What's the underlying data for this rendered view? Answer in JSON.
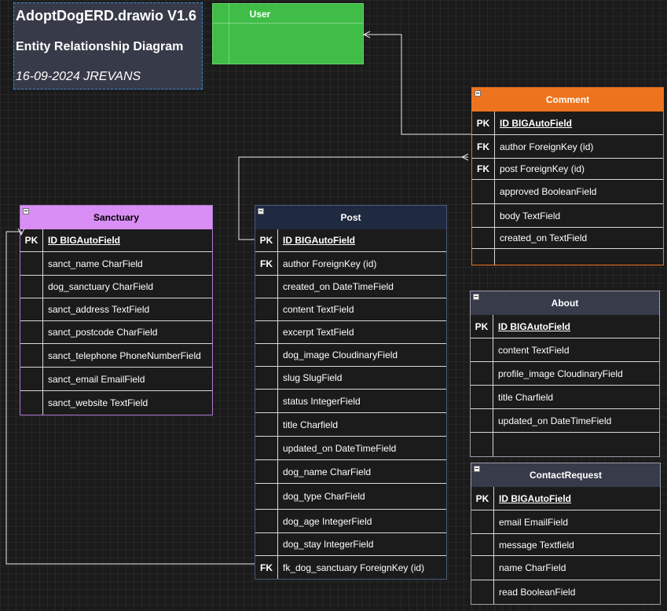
{
  "title_box": {
    "app_name": "AdoptDogERD.drawio V1.6",
    "subtitle": "Entity Relationship Diagram",
    "date_author": "16-09-2024 JREVANS"
  },
  "user_table": {
    "title": "User",
    "color": "#3fbd47"
  },
  "tables": {
    "sanctuary": {
      "title": "Sanctuary",
      "color": "#d98ef5",
      "rows": [
        {
          "key": "PK",
          "field": "ID BIGAutoField"
        },
        {
          "key": "",
          "field": "sanct_name CharField"
        },
        {
          "key": "",
          "field": "dog_sanctuary CharField"
        },
        {
          "key": "",
          "field": "sanct_address TextField"
        },
        {
          "key": "",
          "field": "sanct_postcode CharField"
        },
        {
          "key": "",
          "field": "sanct_telephone PhoneNumberField"
        },
        {
          "key": "",
          "field": "sanct_email EmailField"
        },
        {
          "key": "",
          "field": "sanct_website TextField"
        }
      ]
    },
    "post": {
      "title": "Post",
      "color": "#1f2940",
      "rows": [
        {
          "key": "PK",
          "field": "ID BIGAutoField"
        },
        {
          "key": "FK",
          "field": "author ForeignKey (id)"
        },
        {
          "key": "",
          "field": "created_on DateTimeField"
        },
        {
          "key": "",
          "field": "content TextField"
        },
        {
          "key": "",
          "field": "excerpt TextField"
        },
        {
          "key": "",
          "field": "dog_image CloudinaryField"
        },
        {
          "key": "",
          "field": "slug SlugField"
        },
        {
          "key": "",
          "field": "status IntegerField"
        },
        {
          "key": "",
          "field": "title Charfield"
        },
        {
          "key": "",
          "field": "updated_on DateTimeField"
        },
        {
          "key": "",
          "field": "dog_name CharField"
        },
        {
          "key": "",
          "field": "dog_type CharField"
        },
        {
          "key": "",
          "field": "dog_age IntegerField"
        },
        {
          "key": "",
          "field": "dog_stay IntegerField"
        },
        {
          "key": "FK",
          "field": "fk_dog_sanctuary ForeignKey (id)"
        }
      ]
    },
    "comment": {
      "title": "Comment",
      "color": "#ee731f",
      "rows": [
        {
          "key": "PK",
          "field": "ID BIGAutoField"
        },
        {
          "key": "FK",
          "field": "author ForeignKey (id)"
        },
        {
          "key": "FK",
          "field": "post ForeignKey (id)"
        },
        {
          "key": "",
          "field": "approved BooleanField"
        },
        {
          "key": "",
          "field": "body TextField"
        },
        {
          "key": "",
          "field": "created_on TextField"
        },
        {
          "key": "",
          "field": ""
        }
      ]
    },
    "about": {
      "title": "About",
      "color": "#383b4a",
      "rows": [
        {
          "key": "PK",
          "field": "ID BIGAutoField"
        },
        {
          "key": "",
          "field": "content TextField"
        },
        {
          "key": "",
          "field": "profile_image CloudinaryField"
        },
        {
          "key": "",
          "field": "title  Charfield"
        },
        {
          "key": "",
          "field": "updated_on DateTimeField"
        },
        {
          "key": "",
          "field": ""
        }
      ]
    },
    "contact_request": {
      "title": "ContactRequest",
      "color": "#383b4a",
      "rows": [
        {
          "key": "PK",
          "field": "ID BIGAutoField"
        },
        {
          "key": "",
          "field": "email EmailField"
        },
        {
          "key": "",
          "field": "message Textfield"
        },
        {
          "key": "",
          "field": "name  CharField"
        },
        {
          "key": "",
          "field": "read BooleanField"
        }
      ]
    }
  }
}
